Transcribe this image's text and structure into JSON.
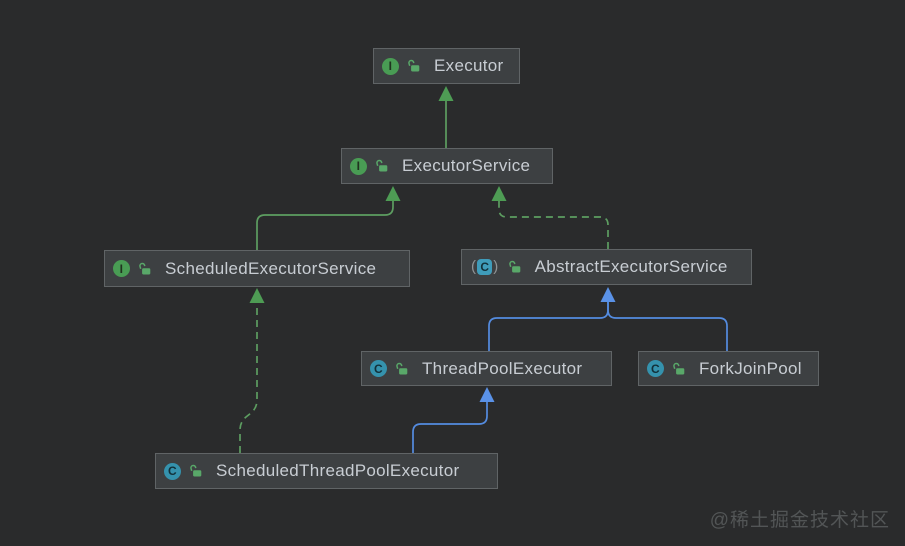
{
  "diagram": {
    "watermark": "@稀土掘金技术社区",
    "colors": {
      "background": "#2A2B2C",
      "node_fill": "#3D4042",
      "node_border": "#606466",
      "label_text": "#C8CDD3",
      "interface_icon_green": "#499C54",
      "class_icon_blue": "#3592AD",
      "lock_icon_green": "#59A869",
      "edge_interface_green": "#5D9E61",
      "edge_class_blue": "#548CE0",
      "watermark_gray": "#525556"
    },
    "nodes": [
      {
        "id": "executor",
        "label": "Executor",
        "kind": "interface",
        "icon_letter": "I"
      },
      {
        "id": "executor-service",
        "label": "ExecutorService",
        "kind": "interface",
        "icon_letter": "I"
      },
      {
        "id": "scheduled-executor-service",
        "label": "ScheduledExecutorService",
        "kind": "interface",
        "icon_letter": "I"
      },
      {
        "id": "abstract-executor-service",
        "label": "AbstractExecutorService",
        "kind": "abstract-class",
        "icon_letter": "C"
      },
      {
        "id": "thread-pool-executor",
        "label": "ThreadPoolExecutor",
        "kind": "class",
        "icon_letter": "C"
      },
      {
        "id": "fork-join-pool",
        "label": "ForkJoinPool",
        "kind": "class",
        "icon_letter": "C"
      },
      {
        "id": "scheduled-thread-pool-executor",
        "label": "ScheduledThreadPoolExecutor",
        "kind": "class",
        "icon_letter": "C"
      }
    ],
    "edges": [
      {
        "id": "executorservice-extends-executor",
        "from": "ExecutorService",
        "to": "Executor",
        "relation": "extends",
        "line": "solid",
        "color": "green"
      },
      {
        "id": "scheduledexecutorservice-extends-executorservice",
        "from": "ScheduledExecutorService",
        "to": "ExecutorService",
        "relation": "extends",
        "line": "solid",
        "color": "green"
      },
      {
        "id": "abstractexecutorservice-implements-executorservice",
        "from": "AbstractExecutorService",
        "to": "ExecutorService",
        "relation": "implements",
        "line": "dashed",
        "color": "green"
      },
      {
        "id": "threadpoolexecutor-extends-abstractexecutorservice",
        "from": "ThreadPoolExecutor",
        "to": "AbstractExecutorService",
        "relation": "extends",
        "line": "solid",
        "color": "blue"
      },
      {
        "id": "forkjoinpool-extends-abstractexecutorservice",
        "from": "ForkJoinPool",
        "to": "AbstractExecutorService",
        "relation": "extends",
        "line": "solid",
        "color": "blue"
      },
      {
        "id": "scheduledthreadpoolexecutor-extends-threadpoolexecutor",
        "from": "ScheduledThreadPoolExecutor",
        "to": "ThreadPoolExecutor",
        "relation": "extends",
        "line": "solid",
        "color": "blue"
      },
      {
        "id": "scheduledthreadpoolexecutor-implements-scheduledexecutorservice",
        "from": "ScheduledThreadPoolExecutor",
        "to": "ScheduledExecutorService",
        "relation": "implements",
        "line": "dashed",
        "color": "green"
      }
    ]
  }
}
